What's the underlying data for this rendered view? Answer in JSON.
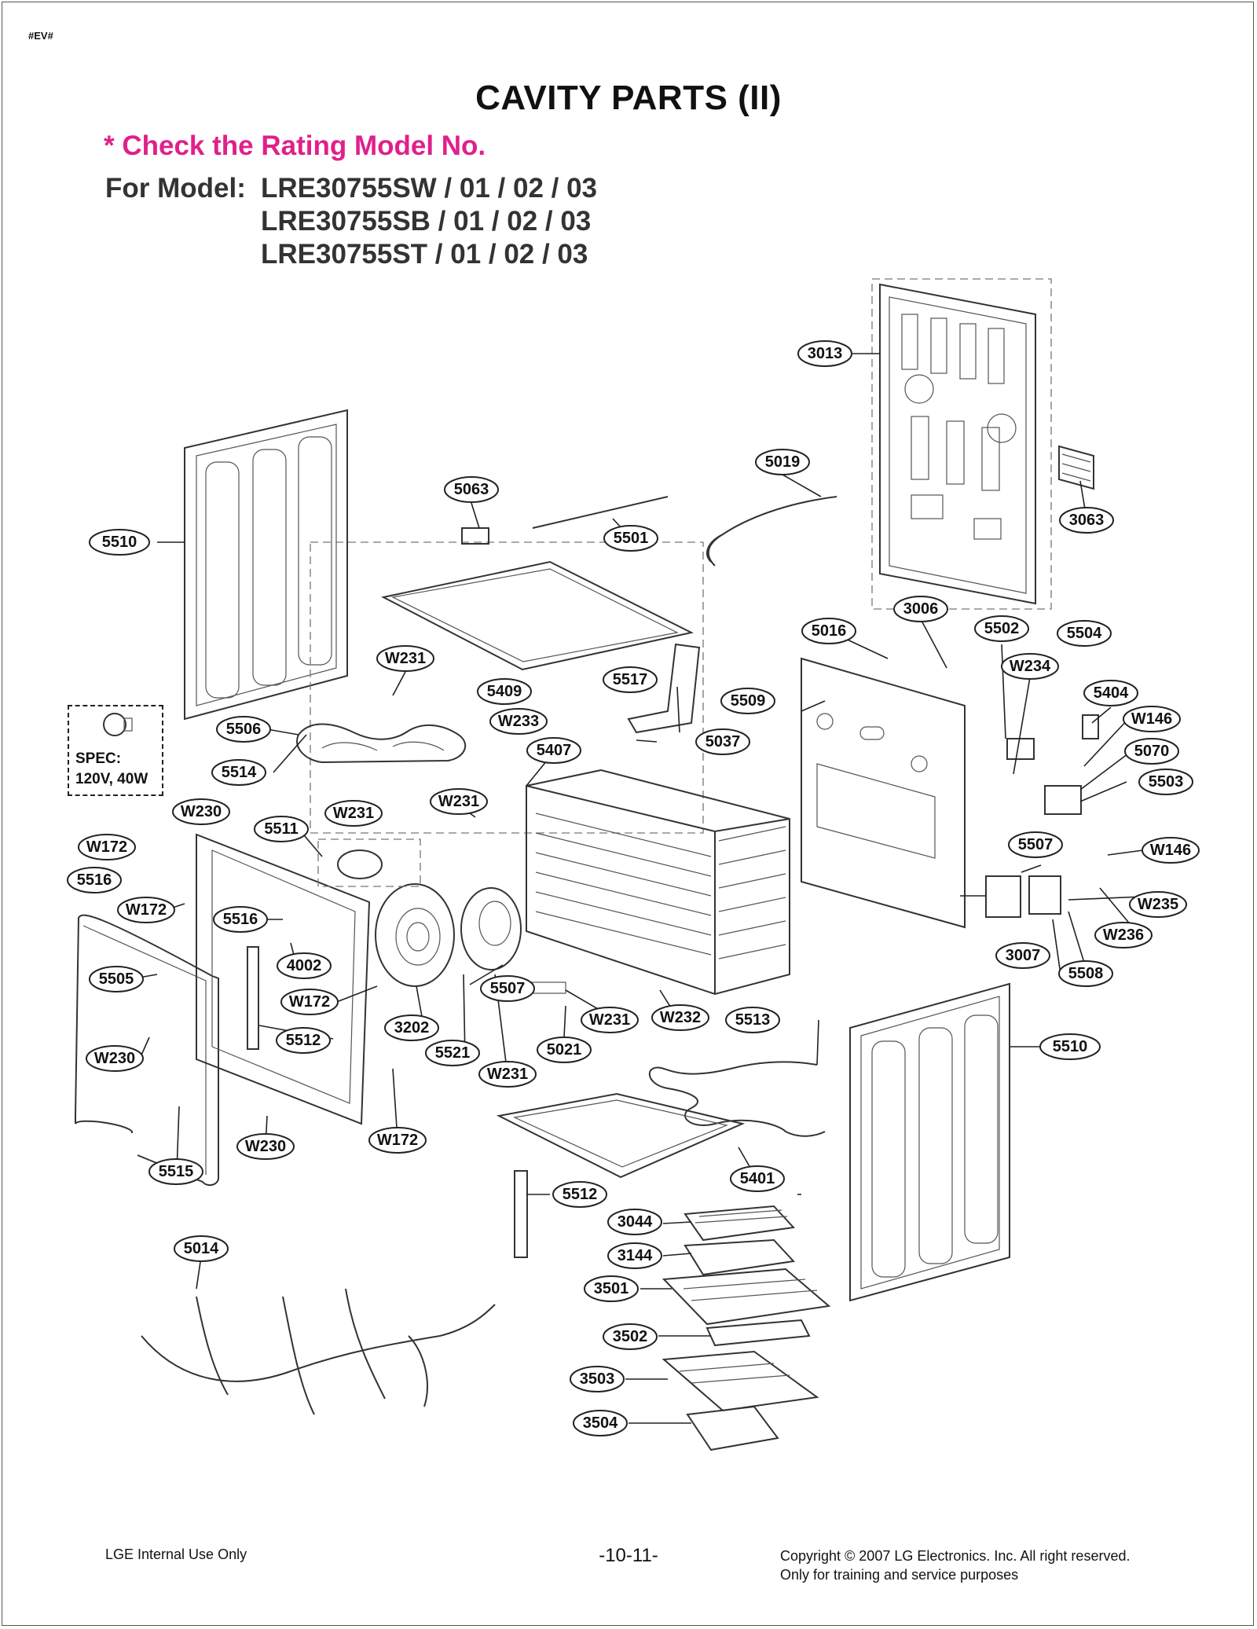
{
  "header": {
    "tag": "#EV#",
    "title": "CAVITY PARTS (II)",
    "notice": "* Check the Rating Model No.",
    "model_prefix": "For Model:",
    "models": [
      "LRE30755SW / 01 / 02 / 03",
      "LRE30755SB / 01 / 02 / 03",
      "LRE30755ST / 01 / 02 / 03"
    ]
  },
  "spec": {
    "label_1": "SPEC:",
    "label_2": "120V, 40W"
  },
  "callouts": [
    {
      "id": "c3013",
      "label": "3013"
    },
    {
      "id": "c3063",
      "label": "3063"
    },
    {
      "id": "c5019",
      "label": "5019"
    },
    {
      "id": "c5063",
      "label": "5063"
    },
    {
      "id": "c5501",
      "label": "5501"
    },
    {
      "id": "c5510a",
      "label": "5510"
    },
    {
      "id": "c3006",
      "label": "3006"
    },
    {
      "id": "c5016",
      "label": "5016"
    },
    {
      "id": "c5502",
      "label": "5502"
    },
    {
      "id": "c5504",
      "label": "5504"
    },
    {
      "id": "cW234",
      "label": "W234"
    },
    {
      "id": "c5404",
      "label": "5404"
    },
    {
      "id": "cW231a",
      "label": "W231"
    },
    {
      "id": "c5409",
      "label": "5409"
    },
    {
      "id": "c5517",
      "label": "5517"
    },
    {
      "id": "c5509",
      "label": "5509"
    },
    {
      "id": "cW146a",
      "label": "W146"
    },
    {
      "id": "c5506",
      "label": "5506"
    },
    {
      "id": "cW233",
      "label": "W233"
    },
    {
      "id": "c5407",
      "label": "5407"
    },
    {
      "id": "c5037",
      "label": "5037"
    },
    {
      "id": "c5070",
      "label": "5070"
    },
    {
      "id": "c5514",
      "label": "5514"
    },
    {
      "id": "c5503",
      "label": "5503"
    },
    {
      "id": "cW230a",
      "label": "W230"
    },
    {
      "id": "cW231b",
      "label": "W231"
    },
    {
      "id": "cW231c",
      "label": "W231"
    },
    {
      "id": "c5511",
      "label": "5511"
    },
    {
      "id": "cW172a",
      "label": "W172"
    },
    {
      "id": "c5507a",
      "label": "5507"
    },
    {
      "id": "cW146b",
      "label": "W146"
    },
    {
      "id": "c5516a",
      "label": "5516"
    },
    {
      "id": "cW235",
      "label": "W235"
    },
    {
      "id": "cW172b",
      "label": "W172"
    },
    {
      "id": "c5516b",
      "label": "5516"
    },
    {
      "id": "cW236",
      "label": "W236"
    },
    {
      "id": "c4002",
      "label": "4002"
    },
    {
      "id": "c3007",
      "label": "3007"
    },
    {
      "id": "c5508",
      "label": "5508"
    },
    {
      "id": "c5505",
      "label": "5505"
    },
    {
      "id": "cW172c",
      "label": "W172"
    },
    {
      "id": "c5507b",
      "label": "5507"
    },
    {
      "id": "cW231d",
      "label": "W231"
    },
    {
      "id": "cW232",
      "label": "W232"
    },
    {
      "id": "c5513",
      "label": "5513"
    },
    {
      "id": "c5510b",
      "label": "5510"
    },
    {
      "id": "c3202",
      "label": "3202"
    },
    {
      "id": "c5512a",
      "label": "5512"
    },
    {
      "id": "c5021",
      "label": "5021"
    },
    {
      "id": "cW230b",
      "label": "W230"
    },
    {
      "id": "c5521",
      "label": "5521"
    },
    {
      "id": "cW231e",
      "label": "W231"
    },
    {
      "id": "cW172d",
      "label": "W172"
    },
    {
      "id": "cW230c",
      "label": "W230"
    },
    {
      "id": "c5401",
      "label": "5401"
    },
    {
      "id": "c5515",
      "label": "5515"
    },
    {
      "id": "c5512b",
      "label": "5512"
    },
    {
      "id": "c3044",
      "label": "3044"
    },
    {
      "id": "c5014",
      "label": "5014"
    },
    {
      "id": "c3144",
      "label": "3144"
    },
    {
      "id": "c3501",
      "label": "3501"
    },
    {
      "id": "c3502",
      "label": "3502"
    },
    {
      "id": "c3503",
      "label": "3503"
    },
    {
      "id": "c3504",
      "label": "3504"
    }
  ],
  "footer": {
    "left": "LGE Internal Use Only",
    "page": "-10-11-",
    "copyright": "Copyright © 2007 LG Electronics. Inc. All right reserved.",
    "purpose": "Only for training and service purposes"
  },
  "colors": {
    "accent": "#e0208a",
    "ink": "#111111",
    "line": "#333333"
  }
}
